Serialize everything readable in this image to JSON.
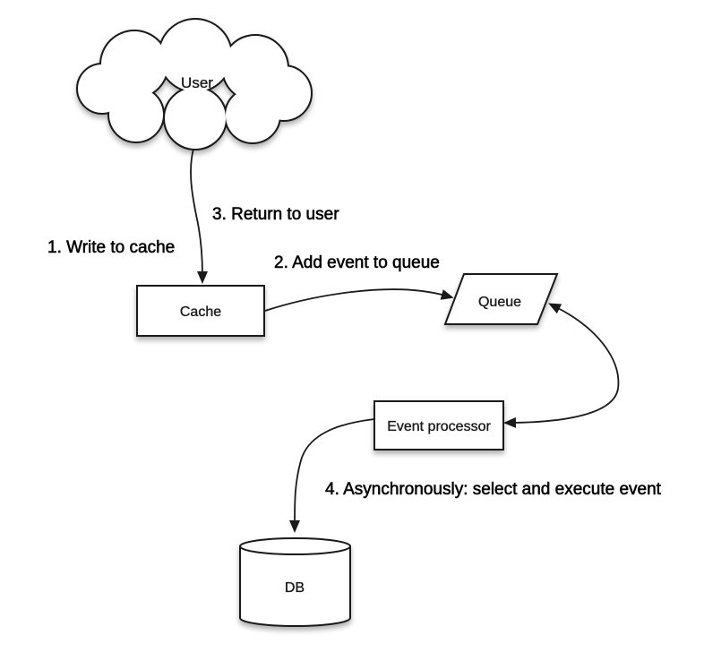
{
  "diagram": {
    "background": "#ffffff",
    "colors": {
      "shape_fill": "#ffffff",
      "shape_stroke": "#1a1a1a",
      "text": "#000000",
      "arrow": "#1a1a1a"
    },
    "nodes": {
      "user": {
        "label": "User",
        "shape": "cloud"
      },
      "cache": {
        "label": "Cache",
        "shape": "rectangle"
      },
      "queue": {
        "label": "Queue",
        "shape": "parallelogram"
      },
      "event_processor": {
        "label": "Event processor",
        "shape": "rectangle"
      },
      "db": {
        "label": "DB",
        "shape": "cylinder"
      }
    },
    "steps": [
      {
        "text": "1. Write to cache"
      },
      {
        "text": "2. Add event to queue"
      },
      {
        "text": "3. Return to user"
      },
      {
        "text": "4. Asynchronously: select and execute event"
      }
    ],
    "edges": [
      {
        "from": "user",
        "to": "cache",
        "style": "arrow",
        "annotations": [
          "1. Write to cache",
          "3. Return to user"
        ]
      },
      {
        "from": "cache",
        "to": "queue",
        "style": "arrow",
        "annotations": [
          "2. Add event to queue"
        ]
      },
      {
        "from": "event_processor",
        "to": "queue",
        "style": "double-arrow",
        "annotations": []
      },
      {
        "from": "event_processor",
        "to": "db",
        "style": "arrow",
        "annotations": [
          "4. Asynchronously: select and execute event"
        ]
      }
    ]
  }
}
